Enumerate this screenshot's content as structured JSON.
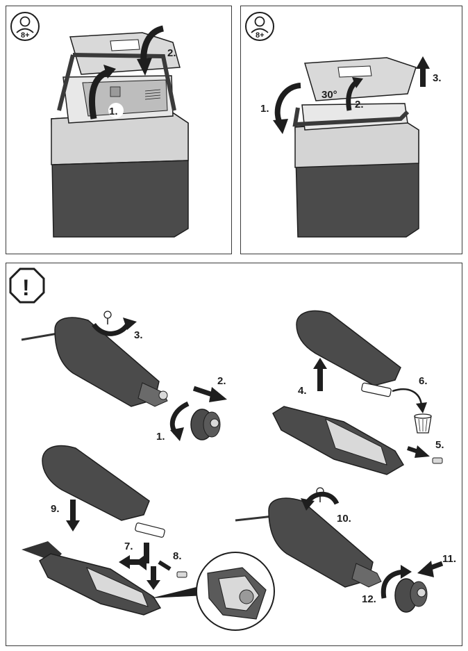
{
  "panel_top_left": {
    "age_badge": "8+",
    "steps": [
      "1.",
      "2."
    ]
  },
  "panel_top_right": {
    "age_badge": "8+",
    "angle": "30°",
    "steps": [
      "1.",
      "2.",
      "3."
    ]
  },
  "panel_bottom": {
    "warning_symbol": "!",
    "steps": [
      "1.",
      "2.",
      "3.",
      "4.",
      "5.",
      "6.",
      "7.",
      "8.",
      "9.",
      "10.",
      "11.",
      "12."
    ]
  },
  "icons": [
    "person-icon",
    "warning-octagon-icon",
    "arrow-icon",
    "screw-icon",
    "fuse-icon",
    "waste-bin-icon",
    "magnifier-icon"
  ],
  "colors": {
    "dark_body": "#4b4b4b",
    "light_lid": "#d9d9d9",
    "line": "#1e1e1e",
    "frame": "#3a3a3a"
  }
}
